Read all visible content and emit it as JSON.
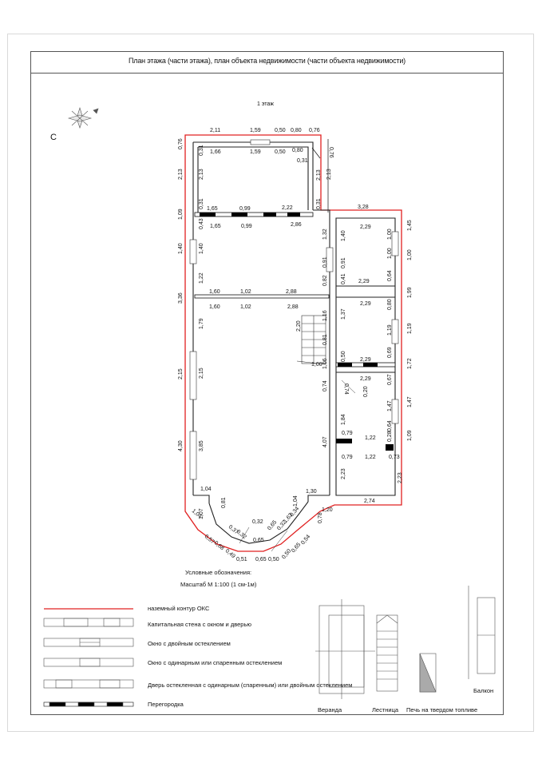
{
  "sheet": {
    "title": "План этажа (части этажа), план объекта недвижимости (части объекта недвижимости)",
    "floor_label": "1 этаж",
    "north_label": "С"
  },
  "colors": {
    "contour": "#e02020",
    "wall": "#222222",
    "fill_dark": "#000000",
    "grid": "#9a9a9a"
  },
  "legend": {
    "heading": "Условные обозначения:",
    "scale": "Масштаб М 1:100 (1 см-1м)",
    "items": [
      "наземный контур ОКС",
      "Капитальная стена с окном и дверью",
      "Окно с двойным остеклением",
      "Окно с одинарным или спаренным остеклением",
      "Дверь остекленная с одинарным (спаренным) или двойным остеклением",
      "Перегородка"
    ],
    "symbols": [
      "Веранда",
      "Лестница",
      "Печь на твердом топливе",
      "Балкон"
    ]
  },
  "dimensions": {
    "top_outer": [
      "2,11",
      "1,59",
      "0,50",
      "0,80",
      "0,76"
    ],
    "top_inner": [
      "1,66",
      "1,59",
      "0,50",
      "0,80"
    ],
    "left_outer": [
      "0,76",
      "2,13",
      "1,09",
      "1,40",
      "3,36",
      "2,15",
      "4,30"
    ],
    "left_inner": [
      "0,31",
      "2,13",
      "0,31",
      "0,43",
      "1,40",
      "1,22",
      "1,79",
      "2,15",
      "3,85"
    ],
    "upper_room": [
      "0,31",
      "2,13",
      "0,31",
      "0,76",
      "2,13"
    ],
    "partition1_top": [
      "1,65",
      "0,99",
      "2,22"
    ],
    "partition1_bottom": [
      "1,65",
      "0,99",
      "2,86"
    ],
    "partition2_top": [
      "1,60",
      "1,02",
      "2,88"
    ],
    "partition2_bottom": [
      "1,60",
      "1,02",
      "2,88"
    ],
    "mid_right": [
      "1,32",
      "0,91",
      "0,82",
      "1,16",
      "0,81",
      "1,06",
      "0,74",
      "4,07",
      "2,20",
      "1,00"
    ],
    "right_block": [
      "3,28",
      "1,45",
      "1,00",
      "1,99",
      "1,19",
      "1,72",
      "1,47",
      "1,09",
      "2,23",
      "2,74"
    ],
    "room_a": [
      "2,29",
      "1,40",
      "0,91",
      "0,41",
      "2,29",
      "1,00",
      "1,00",
      "0,64"
    ],
    "room_b": [
      "2,29",
      "1,37",
      "0,50",
      "2,29",
      "0,80",
      "1,19",
      "0,69"
    ],
    "room_c": [
      "2,29",
      "0,74",
      "0,20",
      "0,67",
      "1,47"
    ],
    "room_d": [
      "1,84",
      "0,79",
      "1,22",
      "0,64",
      "0,28",
      "0,79",
      "1,22",
      "0,73",
      "2,23"
    ],
    "bay": [
      "1,04",
      "1,07",
      "0,81",
      "1,04",
      "1,30",
      "1,04",
      "1,20",
      "0,78",
      "0,32",
      "0,37",
      "0,65",
      "0,32",
      "0,65",
      "0,32",
      "1,63",
      "0,34",
      "0,57",
      "0,68",
      "0,49",
      "0,51",
      "0,65",
      "0,50",
      "0,50",
      "0,65",
      "0,54"
    ]
  }
}
